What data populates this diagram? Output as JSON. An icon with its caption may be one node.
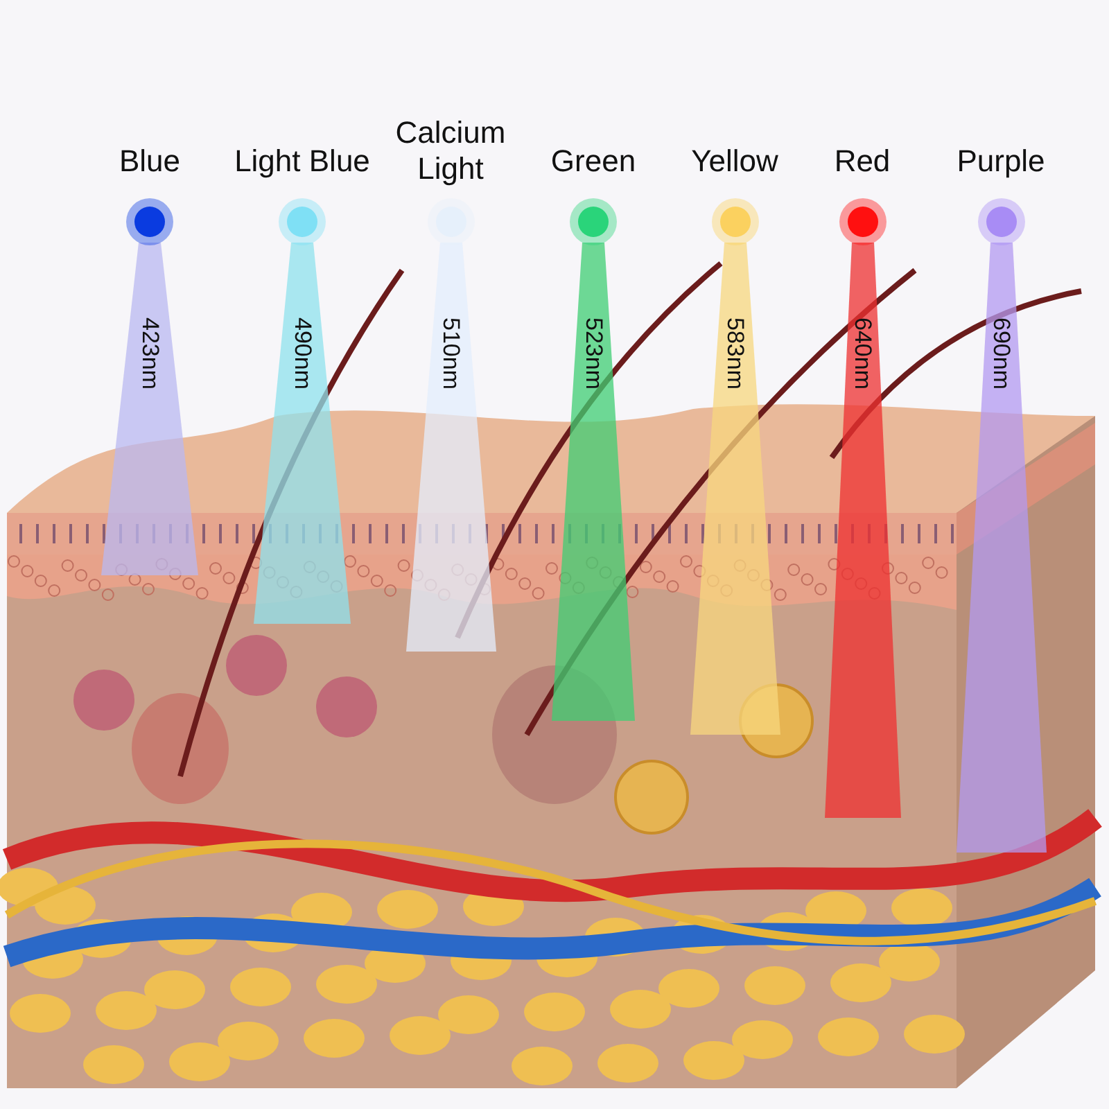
{
  "diagram": {
    "nodes": [
      {
        "text": [
          "423nm"
        ],
        "beside": [
          "Blue"
        ]
      },
      {
        "text": [
          "490nm"
        ],
        "beside": [
          "Light Blue"
        ]
      },
      {
        "text": [
          "510nm"
        ],
        "beside": [
          "Calcium Light"
        ]
      },
      {
        "text": [
          "523nm"
        ],
        "beside": [
          "Green"
        ]
      },
      {
        "text": [
          "583nm"
        ],
        "beside": [
          "Yellow"
        ]
      },
      {
        "text": [
          "640nm"
        ],
        "beside": [
          "Red"
        ]
      },
      {
        "text": [
          "690nm"
        ],
        "beside": [
          "Purple"
        ]
      }
    ]
  }
}
